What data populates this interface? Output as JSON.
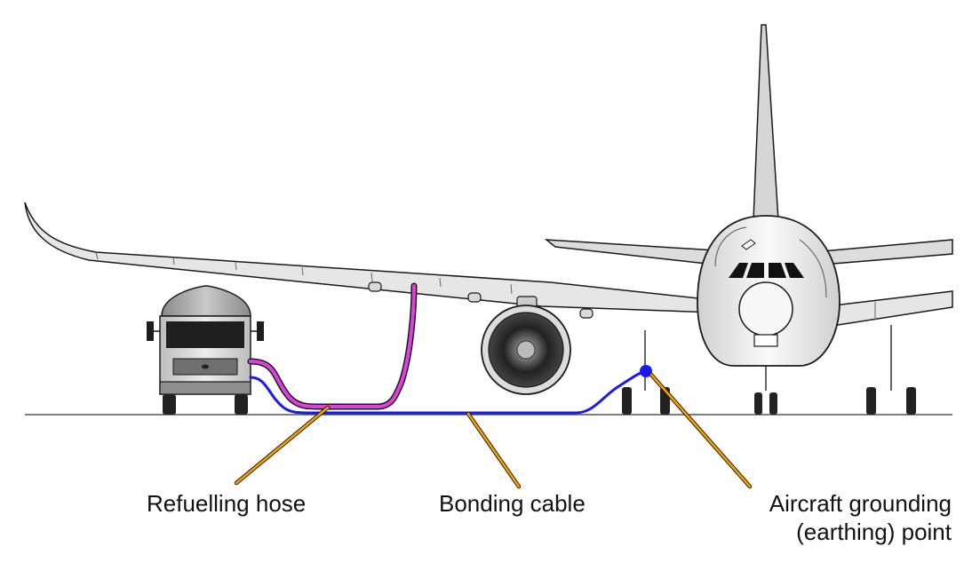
{
  "labels": {
    "refuelling_hose": "Refuelling hose",
    "bonding_cable": "Bonding cable",
    "grounding_point_line1": "Aircraft grounding",
    "grounding_point_line2": "(earthing) point"
  },
  "colors": {
    "refuelling_hose": "#e040e0",
    "bonding_cable": "#1a1aee",
    "grounding_point": "#1a1aee",
    "leader_line": "#f5a300",
    "leader_shadow": "#2a1a00",
    "outline": "#1a1a1a",
    "aircraft_fill": "#eeeeee",
    "ground_line": "#555555"
  },
  "icons": {
    "fuel_truck": "fuel-truck-icon",
    "aircraft": "aircraft-front-view-icon",
    "engine": "jet-engine-icon"
  }
}
